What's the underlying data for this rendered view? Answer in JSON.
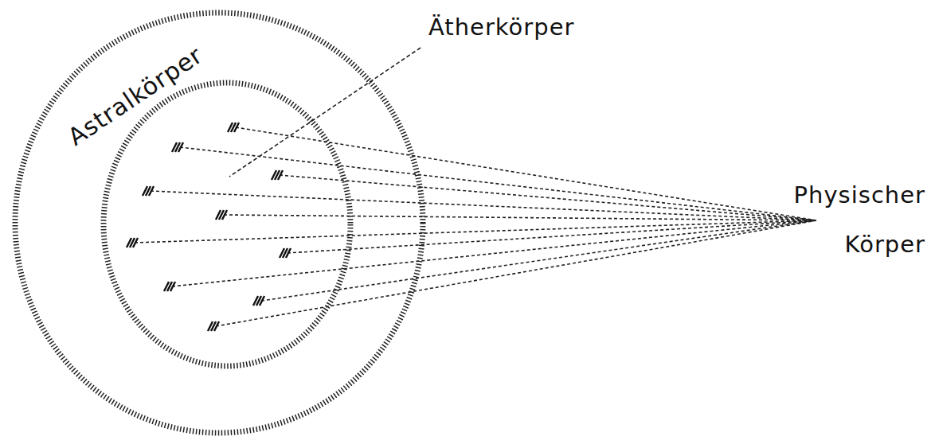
{
  "diagram": {
    "nodes": [
      {
        "text": [
          "Astralkörper"
        ]
      }
    ],
    "labels": [
      "Ätherkörper",
      "Physischer Körper"
    ]
  }
}
